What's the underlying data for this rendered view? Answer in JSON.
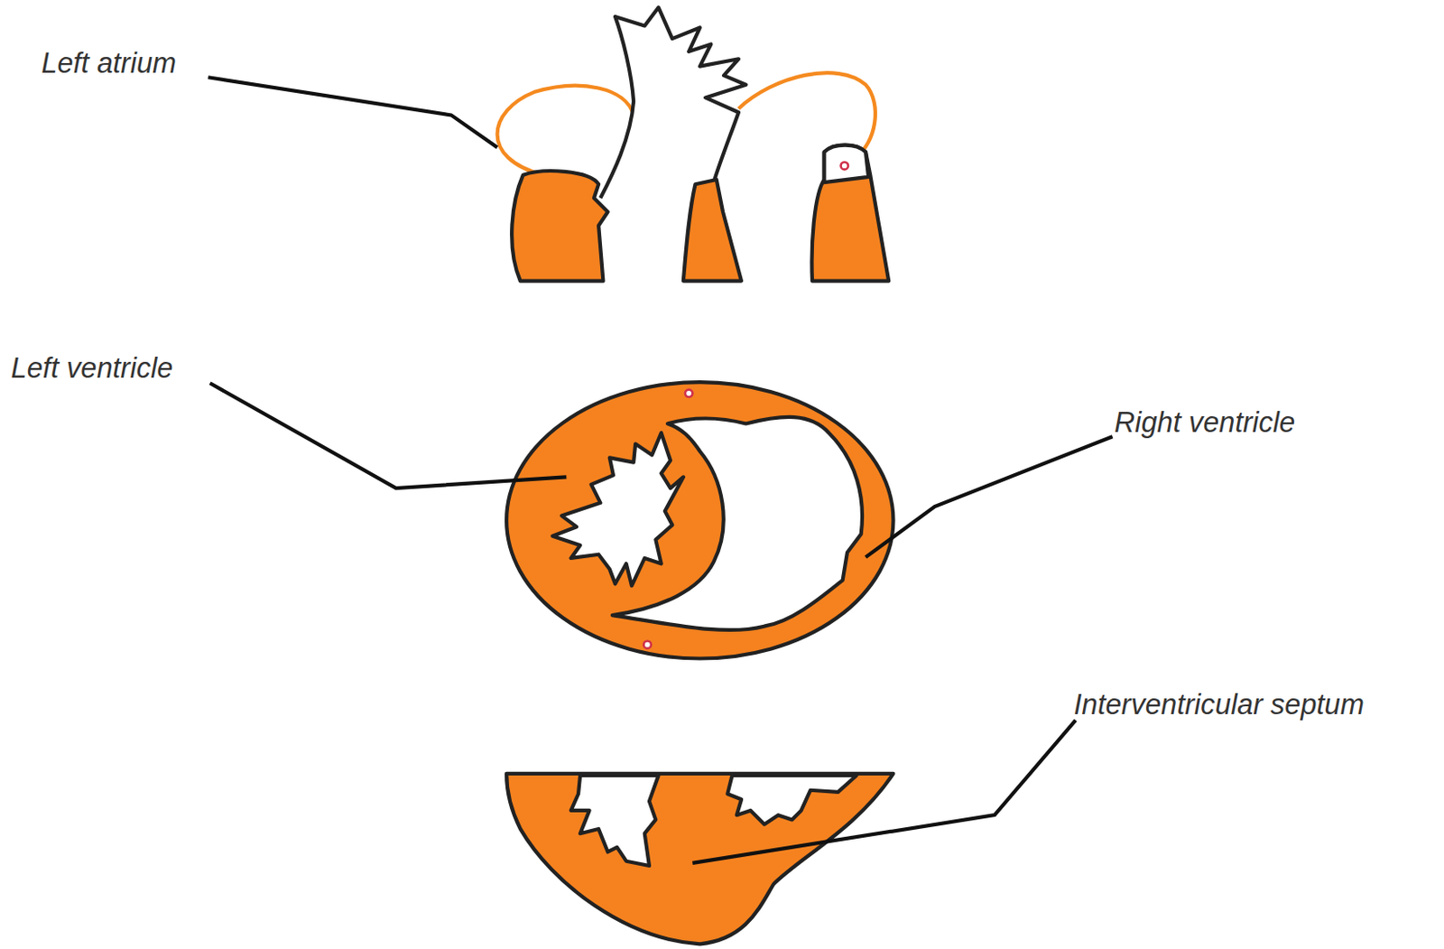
{
  "diagram": {
    "labels": [
      "Left atrium",
      "Left ventricle",
      "Right ventricle",
      "Interventricular septum"
    ]
  }
}
